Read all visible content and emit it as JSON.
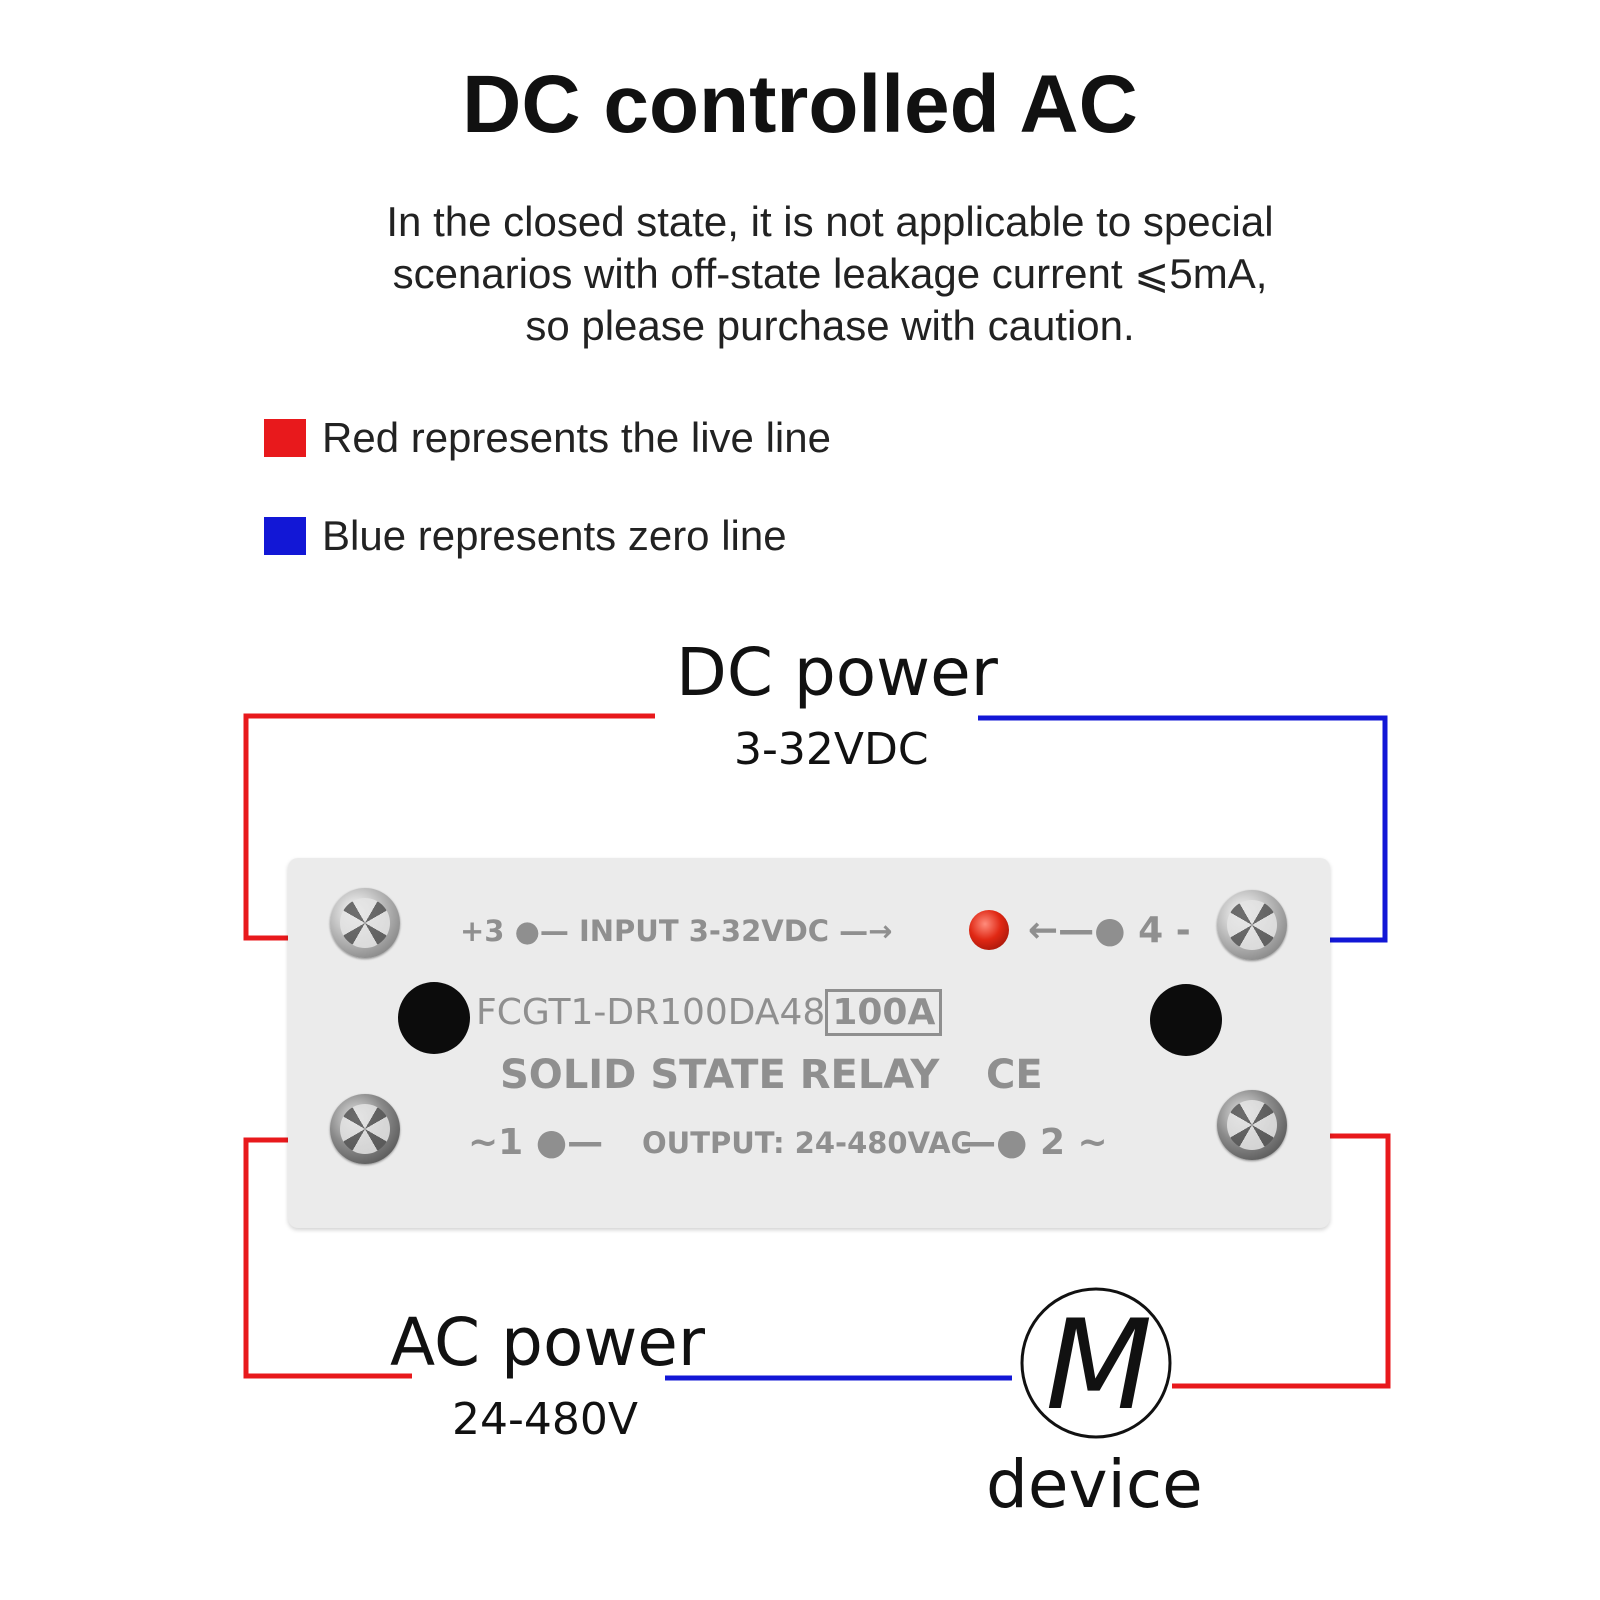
{
  "header": {
    "title": "DC controlled AC",
    "subtitle_lines": [
      "In the closed state, it is not applicable to special",
      "scenarios with off-state leakage current ⩽5mA,",
      "so please purchase with caution."
    ]
  },
  "legend": {
    "items": [
      {
        "color": "#e8191c",
        "label": "Red represents the live line"
      },
      {
        "color": "#1217d6",
        "label": "Blue represents zero line"
      }
    ]
  },
  "diagram": {
    "dc_power": {
      "label": "DC power",
      "spec": "3-32VDC"
    },
    "ac_power": {
      "label": "AC power",
      "spec": "24-480V"
    },
    "device": {
      "symbol": "M",
      "label": "device"
    },
    "wire_colors": {
      "live": "#e8191c",
      "zero": "#1217d6"
    }
  },
  "relay": {
    "input_marking": "+3 ●— INPUT  3-32VDC  —→",
    "input_right_marking": "←—● 4 -",
    "model": "FCGT1-DR100DA48",
    "rating": "100A",
    "type": "SOLID STATE RELAY",
    "cert": "CE",
    "output_left_marking": "~1 ●—",
    "output_marking": "OUTPUT: 24-480VAC",
    "output_right_marking": "—● 2 ~",
    "led_icon": "red-led-icon",
    "screw_icon": "terminal-screw-icon"
  }
}
